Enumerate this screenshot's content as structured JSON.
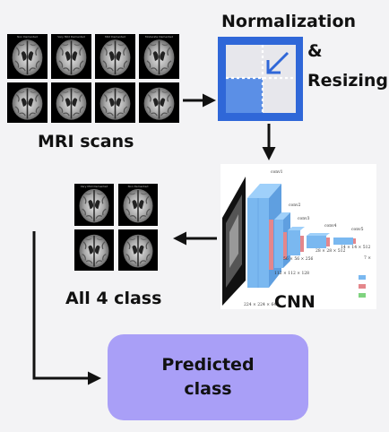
{
  "labels": {
    "normalization": "Normalization",
    "ampersand": "&",
    "resizing": "Resizing",
    "mri_scans": "MRI scans",
    "all_classes": "All 4 class",
    "cnn": "CNN",
    "predicted": "Predicted",
    "class": "class"
  },
  "mri_captions": [
    "Non Demented",
    "Very Mild Demented",
    "Mild Demented",
    "Moderate Demented"
  ],
  "cnn_layers": {
    "names": [
      "conv1",
      "conv2",
      "conv3",
      "conv4",
      "conv5"
    ],
    "dims": [
      "224 × 224 × 64",
      "112 × 112 × 128",
      "56 × 56 × 256",
      "28 × 28 × 512",
      "14 × 14 × 512"
    ],
    "output": "7 ×"
  },
  "colors": {
    "background": "#f3f3f5",
    "predicted_box": "#a99ff7",
    "norm_icon_bg": "#2f67d8",
    "conv_layer": "#7ab8f0",
    "pool_layer": "#e4868b",
    "arrow": "#111111"
  }
}
